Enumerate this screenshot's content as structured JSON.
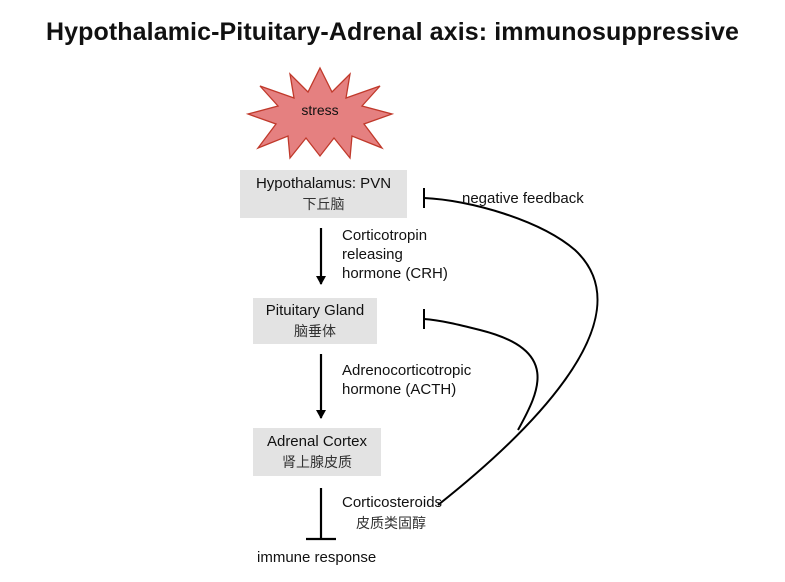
{
  "title": "Hypothalamic-Pituitary-Adrenal axis: immunosuppressive",
  "stress": {
    "label": "stress",
    "fill_color": "#e58080",
    "stroke_color": "#c0392b"
  },
  "nodes": [
    {
      "en": "Hypothalamus: PVN",
      "zh": "下丘脑"
    },
    {
      "en": "Pituitary Gland",
      "zh": "脑垂体"
    },
    {
      "en": "Adrenal Cortex",
      "zh": "肾上腺皮质"
    }
  ],
  "edges": {
    "crh": [
      "Corticotropin",
      "releasing",
      "hormone (CRH)"
    ],
    "acth": [
      "Adrenocorticotropic",
      "hormone (ACTH)"
    ],
    "cort": {
      "en": "Corticosteroids",
      "zh": "皮质类固醇"
    }
  },
  "feedback_label": "negative feedback",
  "target": "immune response",
  "colors": {
    "box_fill": "#e3e3e3",
    "arrow": "#000000"
  }
}
